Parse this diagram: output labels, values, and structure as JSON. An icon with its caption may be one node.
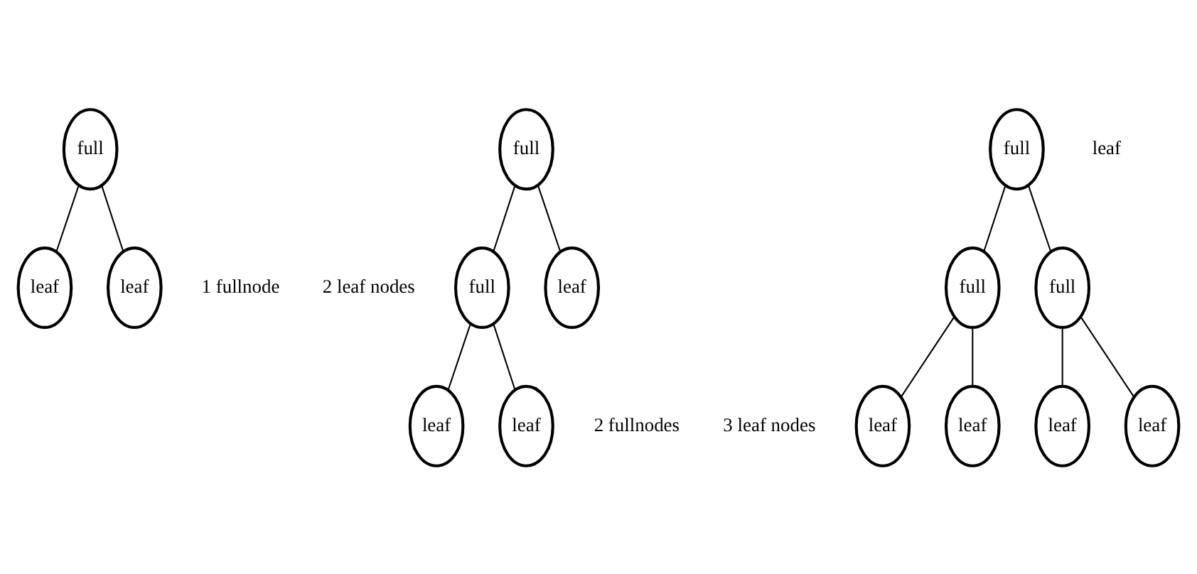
{
  "diagram": {
    "nodes": [
      {
        "text": [
          "full"
        ]
      },
      {
        "text": [
          "leaf"
        ]
      },
      {
        "text": [
          "leaf"
        ]
      },
      {
        "text": [
          "full"
        ]
      },
      {
        "text": [
          "full"
        ]
      },
      {
        "text": [
          "leaf"
        ]
      },
      {
        "text": [
          "leaf"
        ]
      },
      {
        "text": [
          "leaf"
        ]
      },
      {
        "text": [
          "full"
        ]
      },
      {
        "text": [
          "full"
        ]
      },
      {
        "text": [
          "full"
        ]
      },
      {
        "text": [
          "leaf"
        ]
      },
      {
        "text": [
          "leaf"
        ]
      },
      {
        "text": [
          "leaf"
        ]
      },
      {
        "text": [
          "leaf"
        ]
      }
    ],
    "edges": [
      {
        "from": 0,
        "to": 1,
        "arrow": "none"
      },
      {
        "from": 0,
        "to": 2,
        "arrow": "none"
      },
      {
        "from": 3,
        "to": 4,
        "arrow": "none"
      },
      {
        "from": 3,
        "to": 5,
        "arrow": "none"
      },
      {
        "from": 4,
        "to": 6,
        "arrow": "none"
      },
      {
        "from": 4,
        "to": 7,
        "arrow": "none"
      },
      {
        "from": 8,
        "to": 9,
        "arrow": "none"
      },
      {
        "from": 8,
        "to": 10,
        "arrow": "none"
      },
      {
        "from": 9,
        "to": 11,
        "arrow": "none"
      },
      {
        "from": 9,
        "to": 12,
        "arrow": "none"
      },
      {
        "from": 10,
        "to": 13,
        "arrow": "none"
      },
      {
        "from": 10,
        "to": 14,
        "arrow": "none"
      }
    ],
    "labels": [
      "1 fullnode",
      "2 leaf nodes",
      "2 fullnodes",
      "3 leaf nodes",
      "leaf"
    ]
  }
}
